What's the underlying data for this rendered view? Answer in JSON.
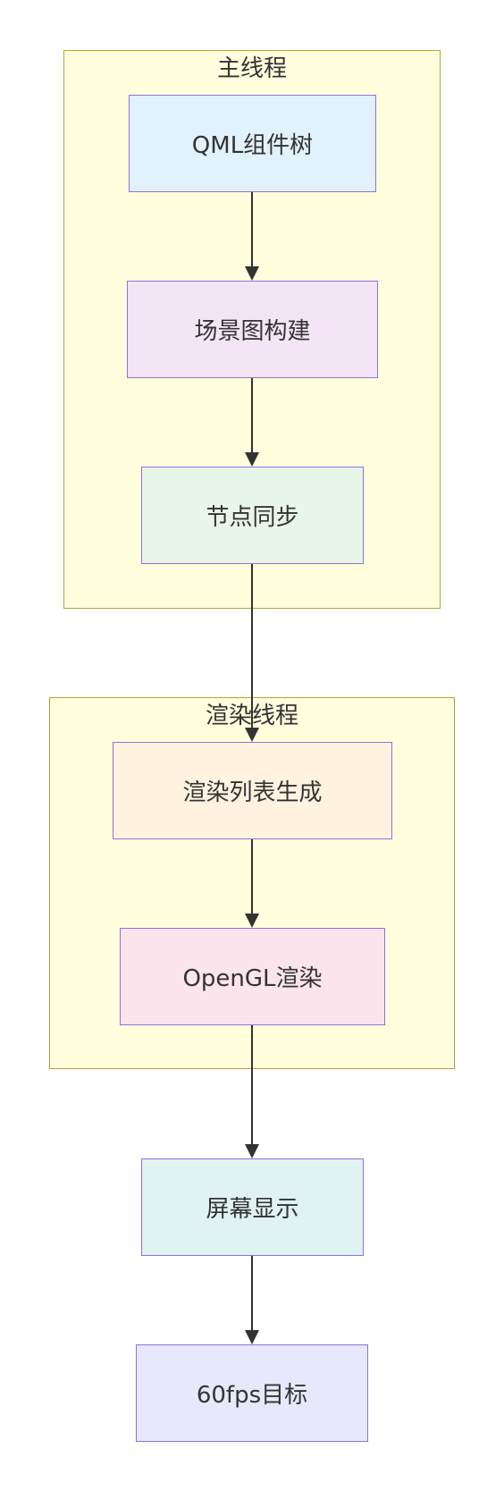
{
  "clusters": {
    "main_thread": {
      "title": "主线程"
    },
    "render_thread": {
      "title": "渲染线程"
    }
  },
  "nodes": {
    "qml_tree": {
      "label": "QML组件树",
      "fill": "#e1f2fc"
    },
    "scene_graph": {
      "label": "场景图构建",
      "fill": "#f3e5f5"
    },
    "node_sync": {
      "label": "节点同步",
      "fill": "#e8f5e9"
    },
    "render_list": {
      "label": "渲染列表生成",
      "fill": "#fff3e0"
    },
    "opengl_render": {
      "label": "OpenGL渲染",
      "fill": "#fce4ec"
    },
    "screen_display": {
      "label": "屏幕显示",
      "fill": "#e0f2f1"
    },
    "fps_target": {
      "label": "60fps目标",
      "fill": "#e8e8fc"
    }
  },
  "edges": [
    {
      "from": "qml_tree",
      "to": "scene_graph"
    },
    {
      "from": "scene_graph",
      "to": "node_sync"
    },
    {
      "from": "node_sync",
      "to": "render_list"
    },
    {
      "from": "render_list",
      "to": "opengl_render"
    },
    {
      "from": "opengl_render",
      "to": "screen_display"
    },
    {
      "from": "screen_display",
      "to": "fps_target"
    }
  ],
  "colors": {
    "cluster_fill": "#ffffde",
    "cluster_border": "#aaaa33",
    "node_border": "#9370db",
    "edge": "#333333",
    "text": "#333333"
  }
}
